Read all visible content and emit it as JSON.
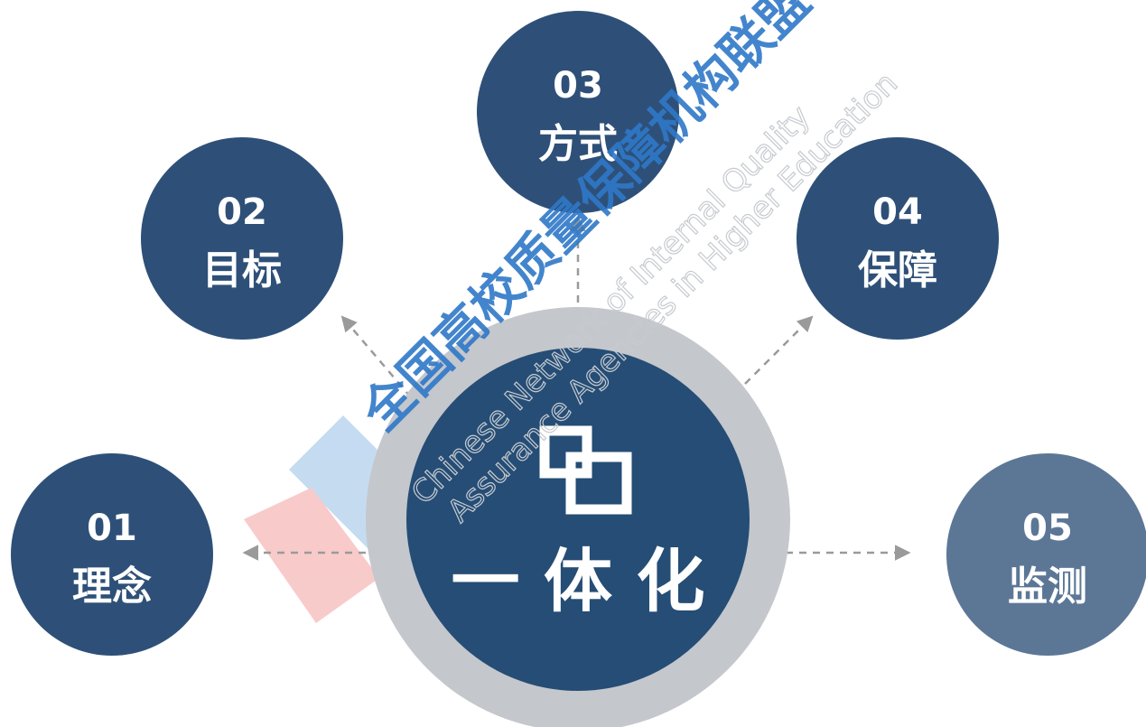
{
  "center": {
    "label": "一 体 化",
    "icon": "overlapping-squares-icon"
  },
  "nodes": [
    {
      "number": "01",
      "label": "理念"
    },
    {
      "number": "02",
      "label": "目标"
    },
    {
      "number": "03",
      "label": "方式"
    },
    {
      "number": "04",
      "label": "保障"
    },
    {
      "number": "05",
      "label": "监测"
    }
  ],
  "watermark": {
    "cn": "全国高校质量保障机构联盟",
    "en_line1": "Chinese Network of Internal Quality",
    "en_line2": "Assurance Agencies in Higher Education"
  },
  "colors": {
    "node_dark": "#2e5078",
    "node_light": "#5c7796",
    "center_fill": "#254d75",
    "center_ring": "#c4c7cc",
    "arrow": "#9a9a9a",
    "watermark_blue": "#2f78c8"
  }
}
